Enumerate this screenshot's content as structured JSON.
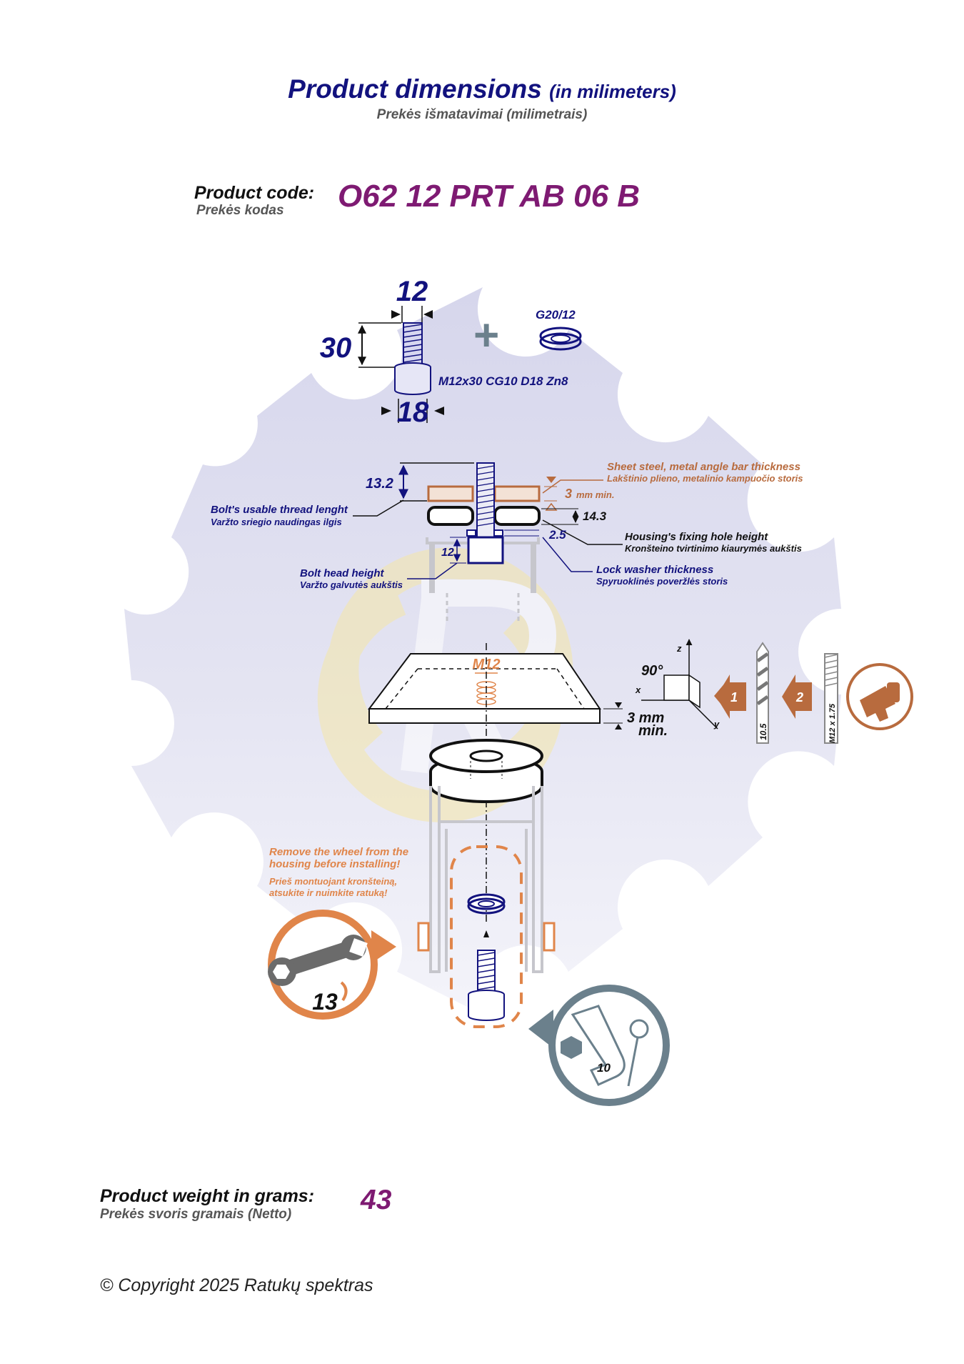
{
  "header": {
    "title": "Product dimensions",
    "title_unit": "(in milimeters)",
    "subtitle": "Prekės išmatavimai (milimetrais)"
  },
  "product": {
    "code_label": "Product code:",
    "code_label_lt": "Prekės kodas",
    "code": "O62 12 PRT AB 06 B",
    "weight_label": "Product weight in grams:",
    "weight_label_lt": "Prekės svoris gramais (Netto)",
    "weight": "43"
  },
  "bolt": {
    "diameter": "12",
    "length": "30",
    "head_diameter": "18",
    "spec": "M12x30 CG10 D18 Zn8",
    "washer": "G20/12",
    "plus": "+"
  },
  "cross_section": {
    "thread_length_value": "13.2",
    "thread_length_en": "Bolt's usable thread lenght",
    "thread_length_lt": "Varžto sriegio naudingas ilgis",
    "sheet_en": "Sheet steel, metal angle bar thickness",
    "sheet_lt": "Lakštinio plieno, metalinio kampuočio storis",
    "sheet_min_value": "3",
    "sheet_min_unit": "mm min.",
    "hole_height_value": "14.3",
    "hole_height_en": "Housing's fixing hole height",
    "hole_height_lt": "Kronšteino tvirtinimo kiaurymės aukštis",
    "washer_value": "2.5",
    "washer_en": "Lock washer thickness",
    "washer_lt": "Spyruoklinės poveržlės storis",
    "head_height_value": "12",
    "head_height_en": "Bolt head height",
    "head_height_lt": "Varžto galvutės aukštis"
  },
  "install": {
    "thread_label": "M12",
    "plate_min_1": "3 mm",
    "plate_min_2": "min.",
    "angle": "90°",
    "axis_x": "x",
    "axis_y": "y",
    "axis_z": "z",
    "step_1": "1",
    "step_2": "2",
    "drill_size": "10.5",
    "tap_size": "M12 x 1.75",
    "warning_en_1": "Remove the wheel from the",
    "warning_en_2": "housing before installing!",
    "warning_lt_1": "Prieš montuojant kronšteiną,",
    "warning_lt_2": "atsukite ir nuimkite ratuką!",
    "wrench_size": "13",
    "hex_key_size": "10"
  },
  "footer": {
    "copyright": "© Copyright 2025 Ratukų spektras"
  },
  "colors": {
    "navy": "#12127e",
    "purple": "#7e1a72",
    "orange": "#e0854a",
    "brown": "#b86b3e",
    "steel": "#6b808c",
    "gear_bg": "#e2e2f0"
  }
}
